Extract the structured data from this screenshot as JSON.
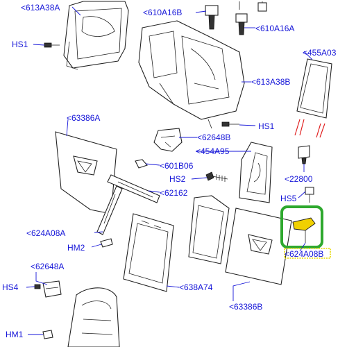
{
  "diagram": {
    "labels": {
      "l_613A38A": "<613A38A",
      "l_610A16B": "<610A16B",
      "l_610A16A": "<610A16A",
      "l_HS1_top": "HS1",
      "l_455A03": "<455A03",
      "l_613A38B": "<613A38B",
      "l_63386A": "<63386A",
      "l_62648B": "<62648B",
      "l_HS1_mid": "HS1",
      "l_454A95": "<454A95",
      "l_601B06": "<601B06",
      "l_22800": "<22800",
      "l_HS2": "HS2",
      "l_62162": "<62162",
      "l_HS5": "HS5",
      "l_624A08A": "<624A08A",
      "l_624A08B": "<624A08B",
      "l_HM2": "HM2",
      "l_62648A": "<62648A",
      "l_HS4": "HS4",
      "l_638A74": "<638A74",
      "l_63386B": "<63386B",
      "l_HM1": "HM1"
    },
    "colors": {
      "label": "#1515d8",
      "highlight_box": "#2ea82e",
      "highlight_label": "#e6d800",
      "clip_lines": "#e02020"
    },
    "highlighted_part": "624A08B"
  }
}
